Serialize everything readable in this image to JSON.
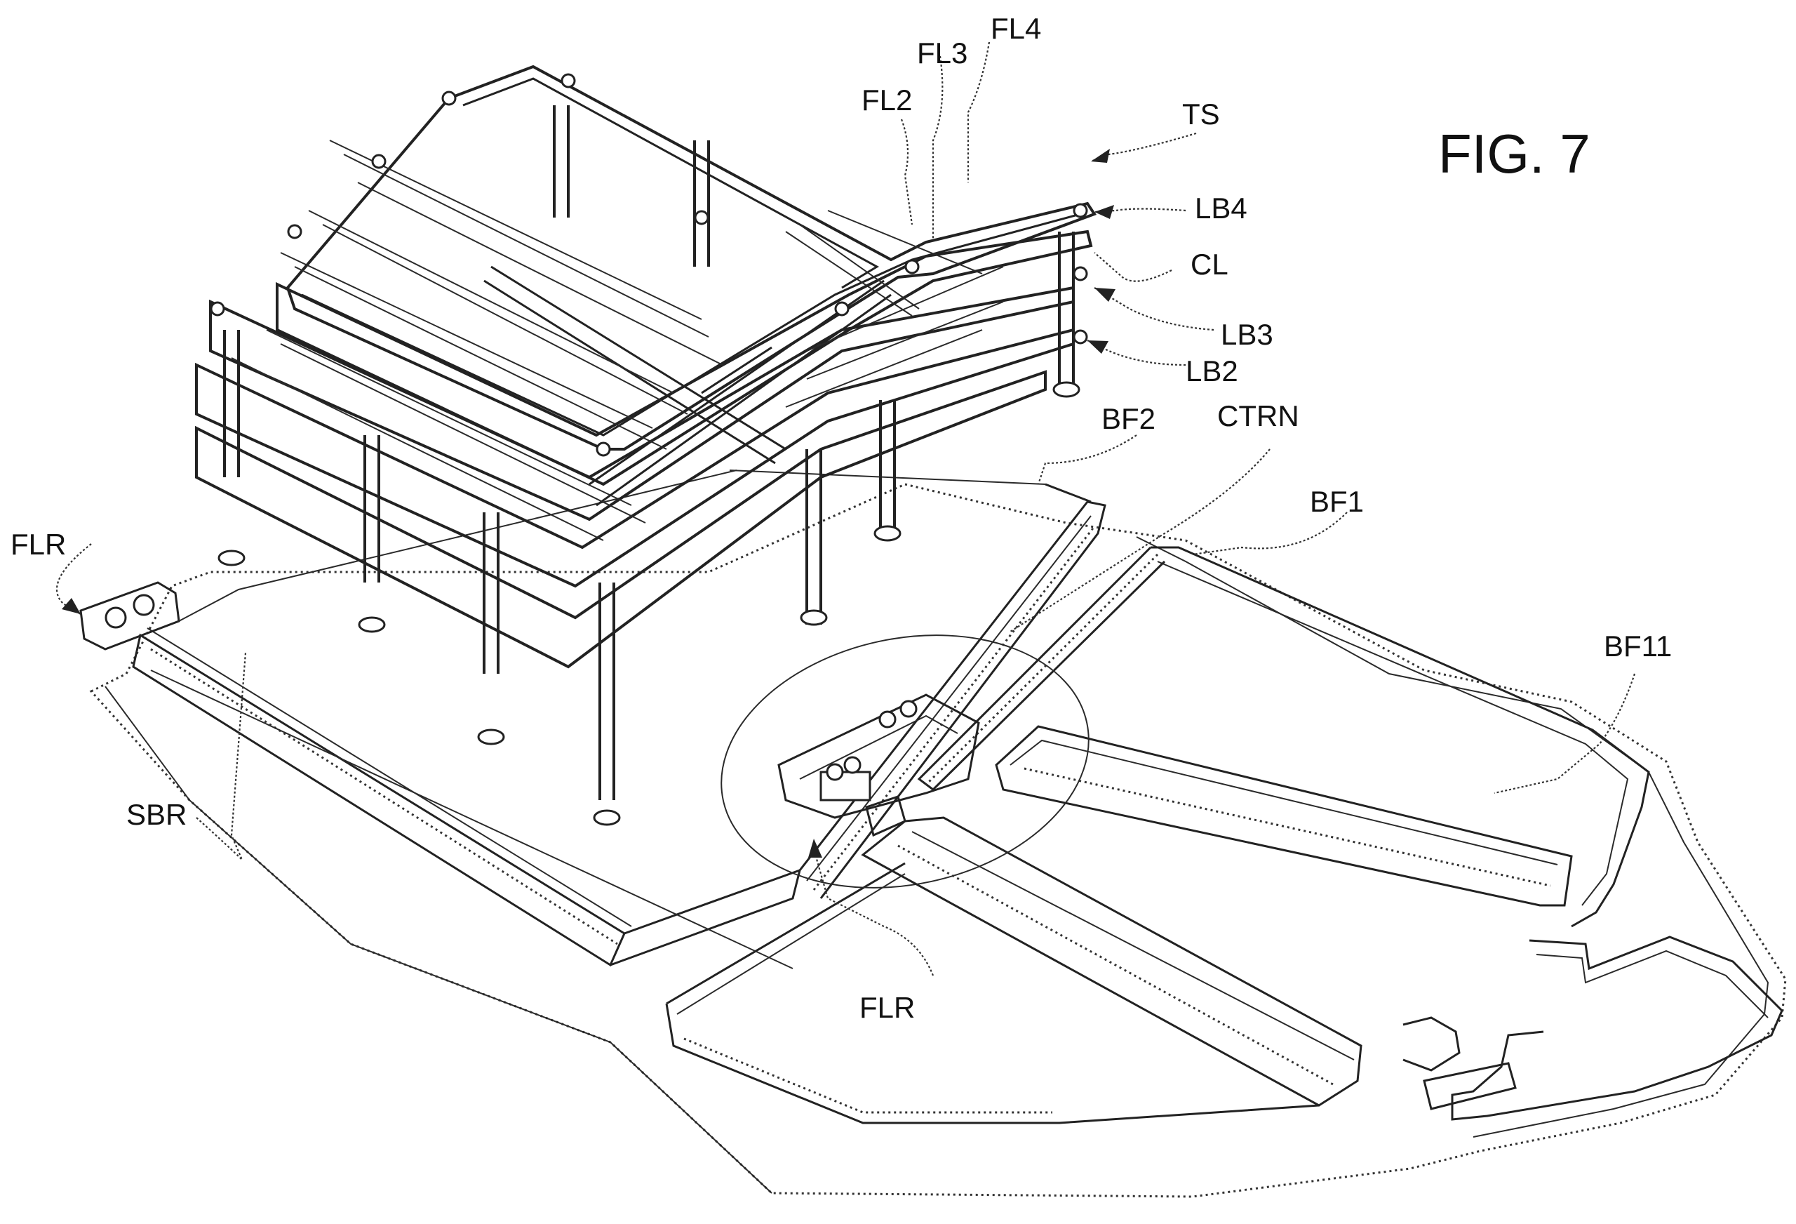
{
  "figure": {
    "title": "FIG. 7"
  },
  "labels": {
    "ts": "TS",
    "fl2": "FL2",
    "fl3": "FL3",
    "fl4": "FL4",
    "lb4": "LB4",
    "cl": "CL",
    "lb3": "LB3",
    "lb2": "LB2",
    "bf2": "BF2",
    "ctrn": "CTRN",
    "bf1": "BF1",
    "bf11": "BF11",
    "flr_left": "FLR",
    "flr_bottom": "FLR",
    "sbr": "SBR"
  }
}
